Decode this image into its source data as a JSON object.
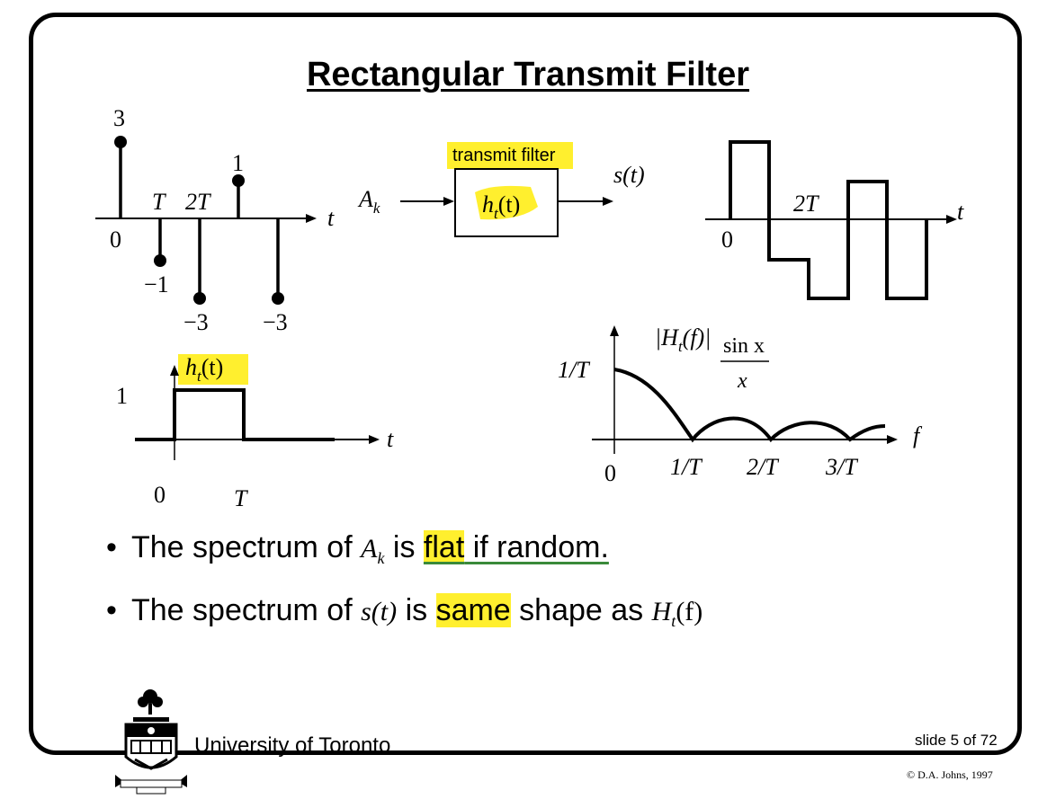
{
  "title": "Rectangular Transmit Filter",
  "symbols": {
    "stem_values": [
      "3",
      "1",
      "−1",
      "−3",
      "−3"
    ],
    "stem_ticks": [
      "0",
      "T",
      "2T"
    ],
    "time_var": "t",
    "block_label": "transmit filter",
    "block_input": "A",
    "block_input_sub": "k",
    "block_function": "h",
    "block_function_sub": "t",
    "block_function_arg": "(t)",
    "block_output": "s(t)",
    "waveform_ticks": [
      "0",
      "2T"
    ],
    "impulse_label": "h",
    "impulse_label_sub": "t",
    "impulse_label_arg": "(t)",
    "impulse_amplitude": "1",
    "impulse_ticks": [
      "0",
      "T"
    ],
    "spectrum_label": "|H",
    "spectrum_label_sub": "t",
    "spectrum_label_arg": "(f)|",
    "sinc_num": "sin x",
    "sinc_den": "x",
    "spectrum_ymax": "1/T",
    "spectrum_ticks": [
      "0",
      "1/T",
      "2/T",
      "3/T"
    ],
    "freq_var": "f"
  },
  "bullets": [
    {
      "prefix": "The spectrum of",
      "math": "A",
      "math_sub": "k",
      "mid": "is",
      "highlight": "flat",
      "rest": " if random."
    },
    {
      "prefix": "The spectrum of",
      "math": "s(t)",
      "mid": "is",
      "highlight": "same",
      "rest": "shape as",
      "math2": "H",
      "math2_sub": "t",
      "math2_arg": "(f)"
    }
  ],
  "footer": {
    "university": "University of Toronto",
    "slide": "slide 5 of 72",
    "copyright": "© D.A. Johns, 1997"
  },
  "colors": {
    "highlight": "#ffef2e",
    "underline": "#3a8a3a",
    "ink": "#000000"
  }
}
